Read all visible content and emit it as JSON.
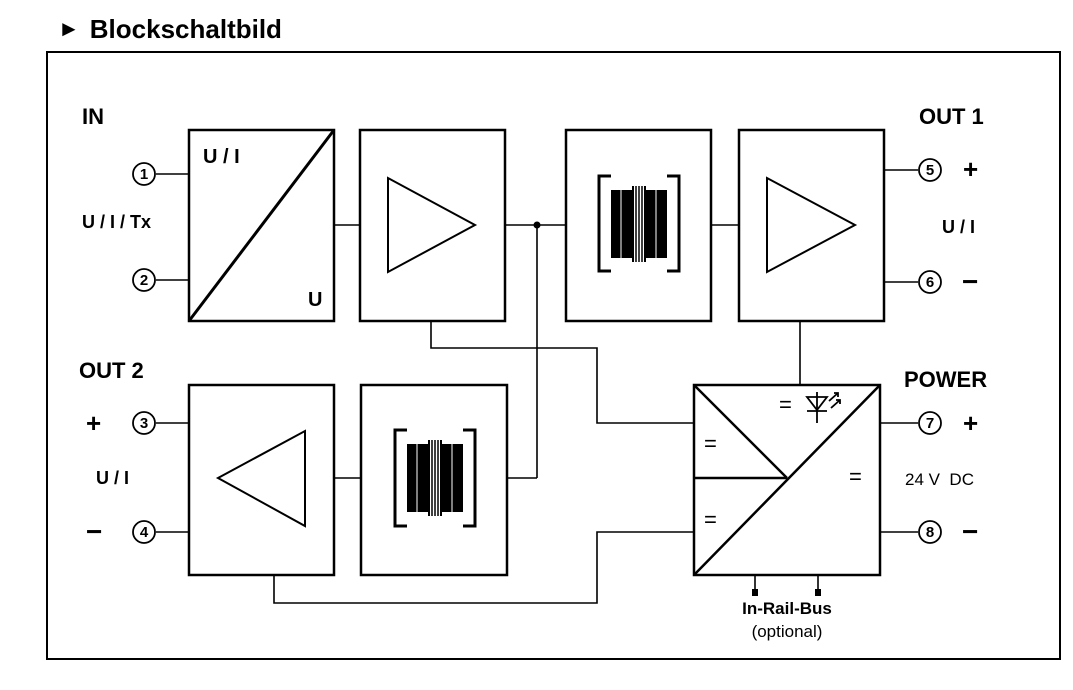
{
  "header": {
    "title": "Blockschaltbild",
    "arrow_icon": "►"
  },
  "inputs": {
    "label": "IN",
    "signal": "U / I / Tx",
    "terminal_top": "1",
    "terminal_bottom": "2"
  },
  "converter": {
    "top_label": "U / I",
    "bottom_label": "U"
  },
  "out1": {
    "label": "OUT 1",
    "signal": "U / I",
    "terminal_plus": "5",
    "terminal_minus": "6",
    "plus": "+",
    "minus": "−"
  },
  "out2": {
    "label": "OUT 2",
    "signal": "U / I",
    "terminal_plus": "3",
    "terminal_minus": "4",
    "plus": "+",
    "minus": "−"
  },
  "power": {
    "label": "POWER",
    "voltage": "24 V  DC",
    "terminal_plus": "7",
    "terminal_minus": "8",
    "plus": "+",
    "minus": "−",
    "eq_led": "=",
    "eq_upper": "=",
    "eq_lower": "=",
    "eq_right": "="
  },
  "bus": {
    "label": "In-Rail-Bus",
    "note": "(optional)"
  }
}
